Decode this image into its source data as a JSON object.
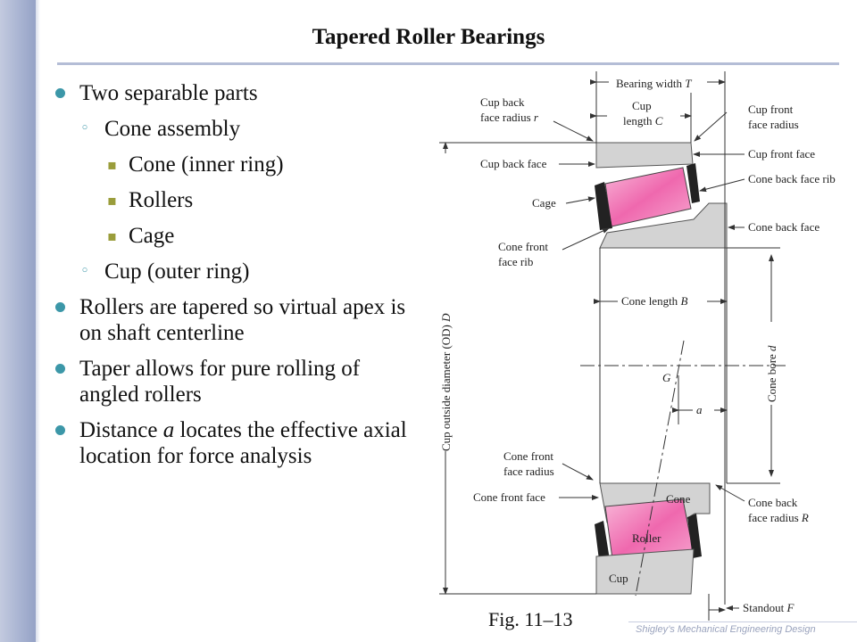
{
  "slide": {
    "title": "Tapered Roller Bearings",
    "bullets": [
      {
        "level": 1,
        "text": "Two separable parts"
      },
      {
        "level": 2,
        "text": "Cone assembly"
      },
      {
        "level": 3,
        "text": "Cone (inner ring)"
      },
      {
        "level": 3,
        "text": "Rollers"
      },
      {
        "level": 3,
        "text": "Cage"
      },
      {
        "level": 2,
        "text": "Cup (outer ring)"
      },
      {
        "level": 1,
        "text": "Rollers are tapered so virtual apex is on shaft centerline"
      },
      {
        "level": 1,
        "text": "Taper allows for pure rolling of angled rollers"
      },
      {
        "level": 1,
        "text": "Distance a locates the effective axial location for force analysis",
        "italic_word": "a"
      }
    ],
    "figure_caption": "Fig. 11–13",
    "footer": "Shigley’s Mechanical Engineering Design"
  },
  "diagram_labels": {
    "bearing_width": "Bearing width",
    "bearing_width_sym": "T",
    "cup_back_face_radius_1": "Cup back",
    "cup_back_face_radius_2": "face radius",
    "cup_back_face_radius_sym": "r",
    "cup_length_1": "Cup",
    "cup_length_2": "length",
    "cup_length_sym": "C",
    "cup_front_face_radius_1": "Cup front",
    "cup_front_face_radius_2": "face radius",
    "cup_front_face": "Cup front face",
    "cup_back_face": "Cup back face",
    "cone_back_face_rib": "Cone back face rib",
    "cage": "Cage",
    "cone_back_face": "Cone back face",
    "cone_front_face_rib_1": "Cone front",
    "cone_front_face_rib_2": "face rib",
    "cone_length": "Cone length",
    "cone_length_sym": "B",
    "cup_od": "Cup outside diameter (OD)",
    "cup_od_sym": "D",
    "cone_bore": "Cone bore",
    "cone_bore_sym": "d",
    "g_point": "G",
    "a_dim": "a",
    "cone_front_face_radius_1": "Cone front",
    "cone_front_face_radius_2": "face radius",
    "cone_front_face": "Cone front face",
    "cone": "Cone",
    "cone_back_face_radius_1": "Cone back",
    "cone_back_face_radius_2": "face radius",
    "cone_back_face_radius_sym": "R",
    "roller": "Roller",
    "cup": "Cup",
    "standout": "Standout",
    "standout_sym": "F"
  },
  "colors": {
    "accent": "#3c97a8",
    "sub_bullet": "#9a9d3b",
    "roller_pink": "#f07ab8",
    "ring_gray": "#d3d3d3"
  }
}
